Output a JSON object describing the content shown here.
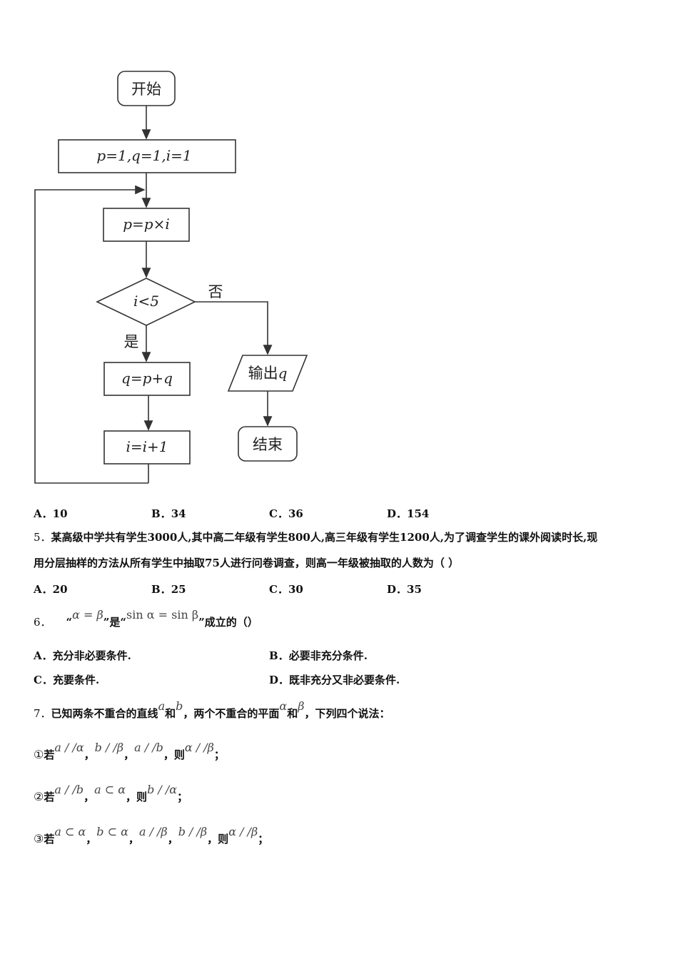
{
  "flowchart": {
    "start": "开始",
    "init": "p=1,q=1,i=1",
    "step1": "p=p×i",
    "condition": "i<5",
    "no_label": "否",
    "yes_label": "是",
    "step2": "q=p+q",
    "step3": "i=i+1",
    "output_prefix": "输出",
    "output_var": "q",
    "end": "结束"
  },
  "q4_options": [
    {
      "letter": "A．",
      "text": "10"
    },
    {
      "letter": "B．",
      "text": "34"
    },
    {
      "letter": "C．",
      "text": "36"
    },
    {
      "letter": "D．",
      "text": "154"
    }
  ],
  "q5": {
    "number": "5．",
    "line1": "某高级中学共有学生3000人,其中高二年级有学生800人,高三年级有学生1200人,为了调查学生的课外阅读时长,现",
    "line2": "用分层抽样的方法从所有学生中抽取75人进行问卷调查，则高一年级被抽取的人数为（    ）",
    "options": [
      {
        "letter": "A．",
        "text": "20"
      },
      {
        "letter": "B．",
        "text": "25"
      },
      {
        "letter": "C．",
        "text": "30"
      },
      {
        "letter": "D．",
        "text": "35"
      }
    ]
  },
  "q6": {
    "number": "6．",
    "open_quote": "“",
    "cond1": "α = β",
    "close_quote": "”",
    "mid": "是",
    "cond2": "sin α = sin β",
    "tail": "成立的（）",
    "options": [
      {
        "letter": "A．",
        "text": "充分非必要条件."
      },
      {
        "letter": "B．",
        "text": "必要非充分条件."
      },
      {
        "letter": "C．",
        "text": "充要条件."
      },
      {
        "letter": "D．",
        "text": "既非充分又非必要条件."
      }
    ]
  },
  "q7": {
    "number": "7．",
    "t1": "已知两条不重合的直线",
    "a": "a",
    "and1": "和",
    "b": "b",
    "t2": "，两个不重合的平面",
    "alpha": "α",
    "and2": "和",
    "beta": "β",
    "t3": "，下列四个说法：",
    "s1": {
      "mark": "①",
      "if": "若",
      "m1": "a / /α",
      "m2": "b / /β",
      "m3": "a / /b",
      "then": "则",
      "m4": "α / /β"
    },
    "s2": {
      "mark": "②",
      "if": "若",
      "m1": "a / /b",
      "m2": "a ⊂ α",
      "then": "则",
      "m3": "b / /α"
    },
    "s3": {
      "mark": "③",
      "if": "若",
      "m1": "a ⊂ α",
      "m2": "b ⊂ α",
      "m3": "a / /β",
      "m4": "b / /β",
      "then": "则",
      "m5": "α / /β"
    },
    "comma": "，",
    "semicolon": "；"
  }
}
